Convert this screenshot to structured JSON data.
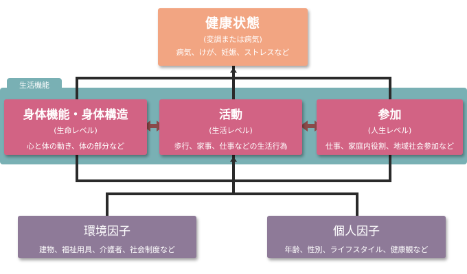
{
  "functioning_label": "生活機能",
  "health": {
    "title": "健康状態",
    "sub1": "(変調または病気)",
    "sub2": "病気、けが、妊娠、ストレスなど"
  },
  "body": {
    "title": "身体機能・身体構造",
    "level": "(生命レベル)",
    "desc": "心と体の動き、体の部分など"
  },
  "activity": {
    "title": "活動",
    "level": "(生活レベル)",
    "desc": "歩行、家事、仕事などの生活行為"
  },
  "participation": {
    "title": "参加",
    "level": "(人生レベル)",
    "desc": "仕事、家庭内役割、地域社会参加など"
  },
  "environment": {
    "title": "環境因子",
    "desc": "建物、福祉用具、介護者、社会制度など"
  },
  "personal": {
    "title": "個人因子",
    "desc": "年齢、性別、ライフスタイル、健康観など"
  },
  "colors": {
    "health": "#f2a582",
    "functioning": "#d26384",
    "context": "#8e7a98",
    "band": "#79b0b4",
    "line": "#2a2a2a"
  }
}
